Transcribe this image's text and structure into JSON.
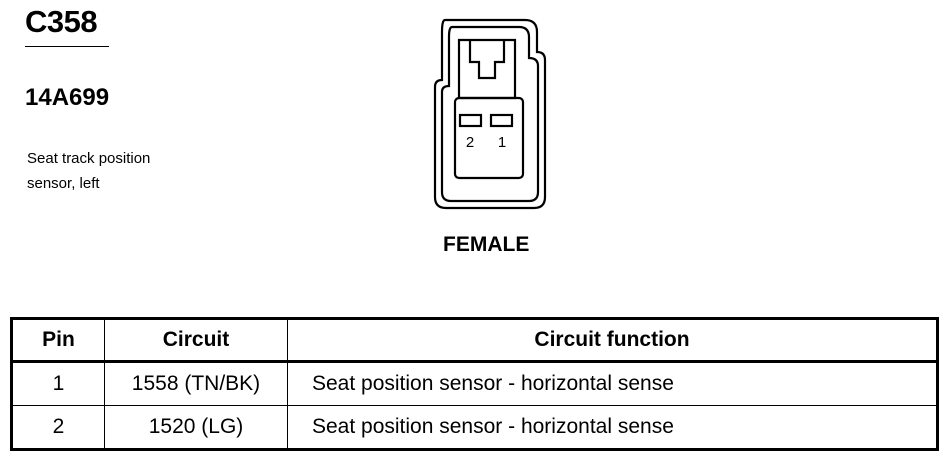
{
  "connector": {
    "id": "C358",
    "part_number": "14A699",
    "description_lines": [
      "Seat track position",
      "sensor, left"
    ],
    "gender": "FEMALE",
    "pin_labels": [
      "2",
      "1"
    ]
  },
  "table": {
    "headers": [
      "Pin",
      "Circuit",
      "Circuit function"
    ],
    "rows": [
      {
        "pin": "1",
        "circuit": "1558 (TN/BK)",
        "function": "Seat position sensor - horizontal sense"
      },
      {
        "pin": "2",
        "circuit": "1520 (LG)",
        "function": "Seat position sensor - horizontal sense"
      }
    ]
  }
}
